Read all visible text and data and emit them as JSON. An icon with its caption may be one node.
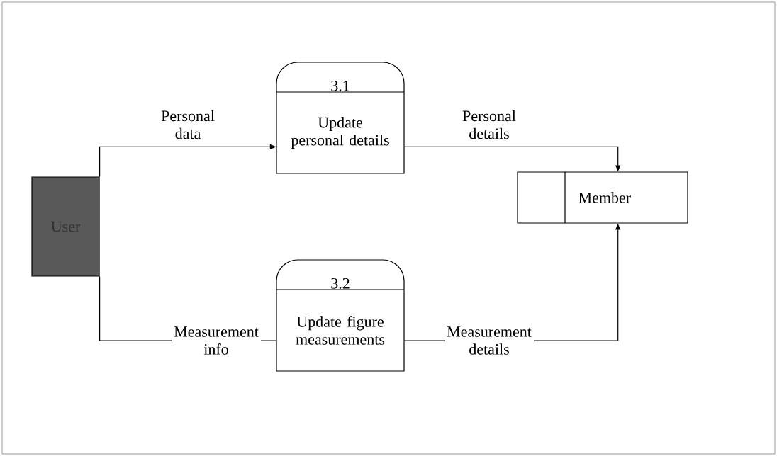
{
  "diagram": {
    "nodes": [
      {
        "text": [
          "User"
        ]
      },
      {
        "text": [
          "3.1",
          "Update personal details"
        ]
      },
      {
        "text": [
          "3.2",
          "Update figure measurements"
        ]
      },
      {
        "text": [
          "Member"
        ]
      }
    ],
    "edges": [
      {
        "from": 0,
        "to": 1,
        "arrow": "to",
        "label": "Personal data"
      },
      {
        "from": 1,
        "to": 3,
        "arrow": "to",
        "label": "Personal details"
      },
      {
        "from": 0,
        "to": 2,
        "arrow": "none",
        "label": "Measurement info"
      },
      {
        "from": 2,
        "to": 3,
        "arrow": "to",
        "label": "Measurement details"
      }
    ]
  }
}
